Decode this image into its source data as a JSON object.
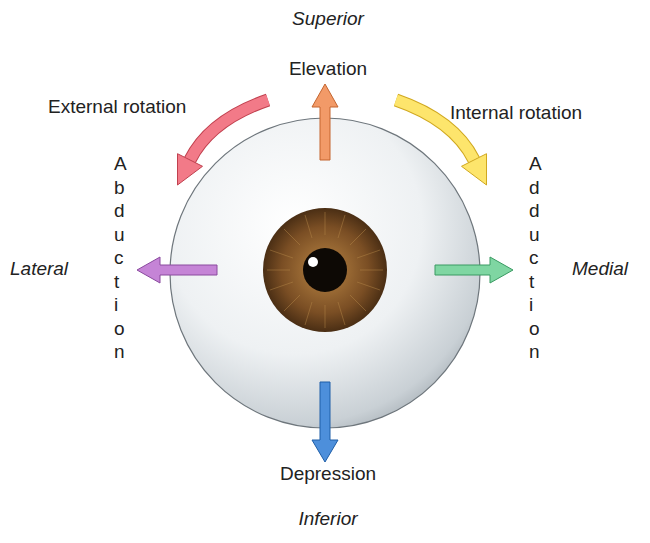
{
  "diagram": {
    "labels": [
      "Superior",
      "Elevation",
      "External rotation",
      "Internal rotation",
      "Abduction",
      "Lateral",
      "Adduction",
      "Medial",
      "Depression",
      "Inferior"
    ]
  }
}
